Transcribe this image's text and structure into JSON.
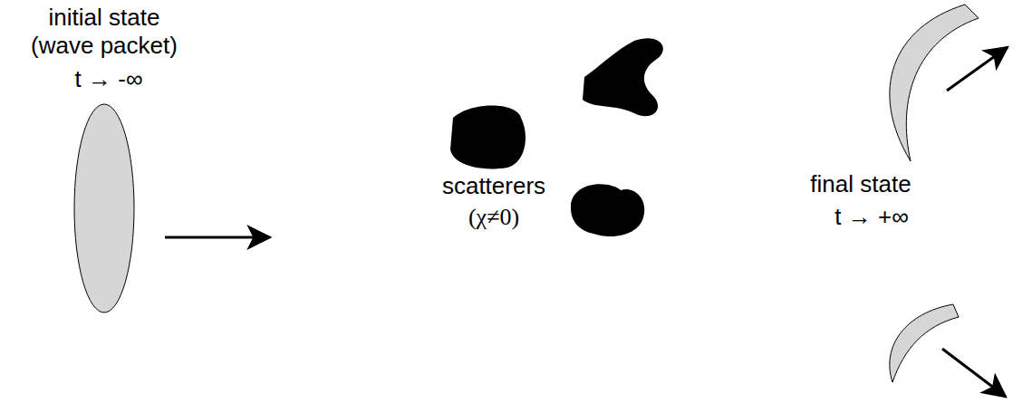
{
  "diagram": {
    "labels": [
      "initial state (wave packet)",
      "t → -∞",
      "scatterers",
      "(χ≠0)",
      "final state",
      "t → +∞"
    ]
  }
}
